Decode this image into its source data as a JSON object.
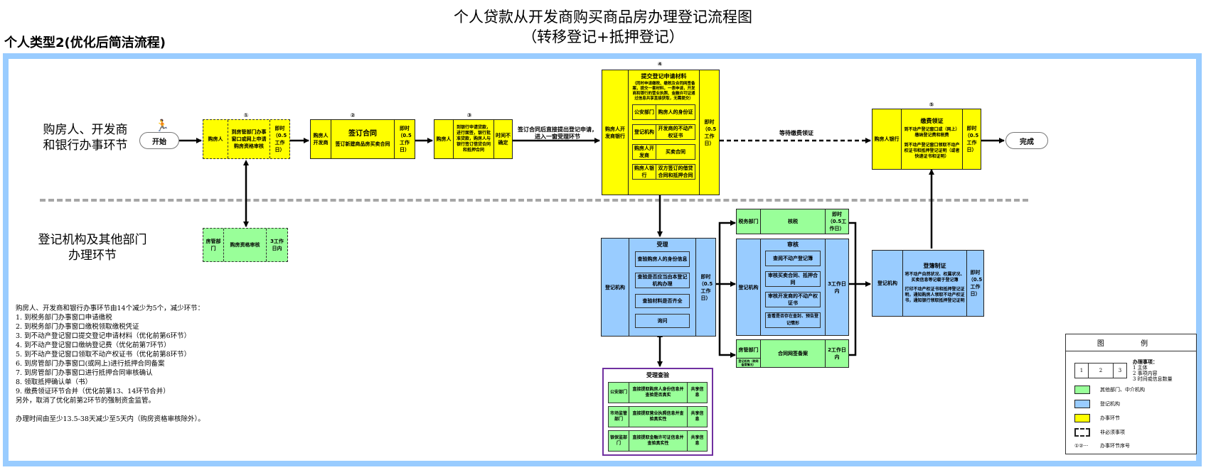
{
  "header": {
    "title": "个人贷款从开发商购买商品房办理登记流程图",
    "subtitle": "（转移登记+抵押登记）",
    "section": "个人类型2(优化后简洁流程)"
  },
  "lanes": {
    "top": [
      "购房人、开发商",
      "和银行办事环节"
    ],
    "bottom": [
      "登记机构及其他部门",
      "办理环节"
    ]
  },
  "terminals": {
    "start": "开始",
    "end": "完成"
  },
  "steps": {
    "s1": {
      "num": "①",
      "actor": "购房人",
      "content": "到房管部门办事窗口或网上申请购房资格审核",
      "time": "即时（0.5工作日）"
    },
    "s1b": {
      "actor": "房管部门",
      "content": "购房资格审核",
      "time": "3工作日内"
    },
    "s2": {
      "num": "②",
      "actor": "购房人开发商",
      "title": "签订合同",
      "content": "签订新建商品房买卖合同",
      "time": "即时（0.5工作日）"
    },
    "s3": {
      "num": "③",
      "actor": "购房人",
      "content": "到银行申请贷款，进行面签，银行批准贷款，购房人与银行签订借贷合同和抵押合同",
      "time": "时间不确定"
    },
    "s3_arrow_label": [
      "签订合同后直接提出登记申请，",
      "进入一窗受理环节"
    ],
    "s4": {
      "num": "④",
      "actor": "购房人开发商银行",
      "title": "提交登记申请材料",
      "note": "（同时申请缴税、缴税及合同网签备案，提交一套材料，一表申请，开发商和银行的营业执照、金融许可证通过信息共享直接获取，无需提交）",
      "items": [
        {
          "who": "公安部门",
          "what": "购房人的身份证"
        },
        {
          "who": "登记机构",
          "what": "开发商的不动产权证书"
        },
        {
          "who": "购房人开发商",
          "what": "买卖合同"
        },
        {
          "who": "购房人银行",
          "what": "双方签订的借贷合同和抵押合同"
        }
      ],
      "time": "即时（0.5工作日）"
    },
    "wait_label": "等待缴费领证",
    "s5": {
      "num": "⑤",
      "actor": "购房人银行",
      "title": "缴费领证",
      "lines": [
        "到不动产登记窗口或（网上）缴纳登记费和税费",
        "到不动产登记窗口领取不动产权证书和抵押登记证明（或者快递证书和证明）"
      ],
      "time": "即时（0.5工作日）"
    },
    "accept": {
      "actor": "登记机构",
      "title": "受理",
      "items": [
        "查验购房人的身份信息",
        "查验是否应当由本登记机构办理",
        "查验材料是否齐全",
        "询问"
      ],
      "time": "即时（0.5工作日）"
    },
    "verify": {
      "title": "受理查验",
      "rows": [
        {
          "who": "公安部门",
          "what": "直接提取购房人身份信息并查验是否真实",
          "how": "共享信息"
        },
        {
          "who": "市场监管部门",
          "what": "直接提取营业执照信息并查验真实性",
          "how": "共享信息"
        },
        {
          "who": "银保监部门",
          "what": "直接提取金融许可证信息并查验真实性",
          "how": "共享信息"
        }
      ]
    },
    "tax": {
      "actor": "税务部门",
      "content": "核税",
      "time": "即时（0.5工作日）"
    },
    "review": {
      "actor": "登记机构",
      "title": "审核",
      "items": [
        "查阅不动产登记簿",
        "审核买卖合同、抵押合同",
        "审核开发商的不动产权证书",
        "查看是否存在查封、预告登记情形"
      ],
      "time": "3工作日内"
    },
    "filing": {
      "actor": "房管部门",
      "actor_sub": "登记机构（联网备案情况）",
      "content": "合同网签备案",
      "time": "2工作日内"
    },
    "register": {
      "actor": "登记机构",
      "title": "登簿制证",
      "lines": [
        "将不动产自然状况、权属状况、买卖信息等记载于登记簿",
        "打印不动产权证书和抵押登记证明，通知购房人领取不动产权证书，通知银行领取抵押登记证明"
      ],
      "time": "即时（0.5工作日）"
    }
  },
  "notes": {
    "intro": "购房人、开发商和银行办事环节由14个减少为5个，减少环节：",
    "items": [
      "1. 到税务部门办事窗口申请缴税",
      "2. 到税务部门办事窗口缴税领取缴税凭证",
      "3. 到不动产登记窗口提交登记申请材料（优化前第6环节）",
      "4. 到不动产登记窗口缴纳登记费（优化前第7环节）",
      "5. 到不动产登记窗口领取不动产权证书（优化前第8环节）",
      "6. 到房管部门办事窗口(或网上)进行抵押合同备案",
      "7. 到房管部门办事窗口进行抵押合同审核确认",
      "8. 领取抵押确认单（书）",
      "9. 缴费领证环节合并（优化前第13、14环节合并）"
    ],
    "extra": "另外，取消了优化前第2环节的强制资金监管。",
    "summary": "办理时间由至少13.5-38天减少至5天内（购房资格审核除外）。"
  },
  "legend": {
    "title": "图  例",
    "cells": [
      "1",
      "2",
      "3"
    ],
    "key_title": "办理事项：",
    "key_lines": [
      "1 主体",
      "2 事项内容",
      "3 时间或信息数量"
    ],
    "items": [
      {
        "label": "其他部门、中介机构",
        "color": "#99ff99"
      },
      {
        "label": "登记机构",
        "color": "#99ccff"
      },
      {
        "label": "办事环节",
        "color": "#ffff00"
      }
    ],
    "dashed_label": "非必须事项",
    "seq_symbol": "①②···",
    "seq_label": "办事环节序号"
  },
  "colors": {
    "frame": "#99ccff",
    "yellow": "#ffff00",
    "blue": "#99ccff",
    "green": "#99ff99",
    "purple": "#7030a0"
  }
}
